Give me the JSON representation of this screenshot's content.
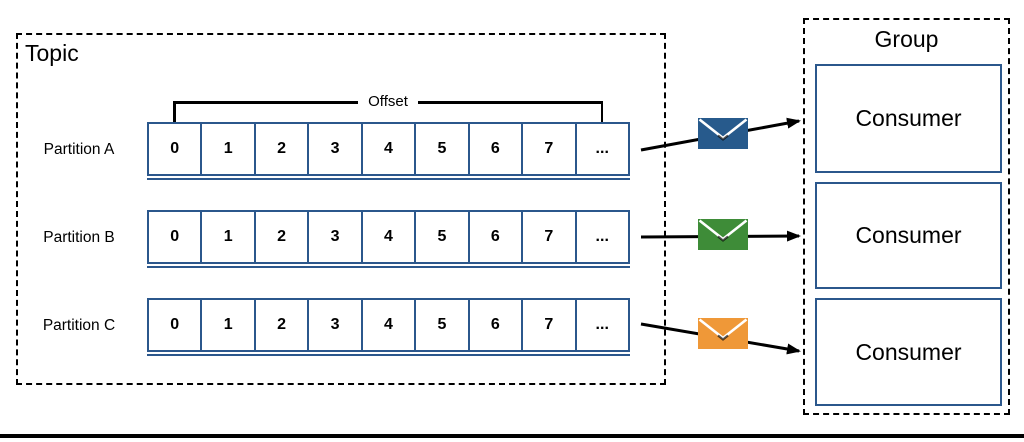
{
  "topic": {
    "label": "Topic",
    "offset_label": "Offset",
    "partitions": [
      {
        "label": "Partition A",
        "cells": [
          "0",
          "1",
          "2",
          "3",
          "4",
          "5",
          "6",
          "7",
          "..."
        ]
      },
      {
        "label": "Partition B",
        "cells": [
          "0",
          "1",
          "2",
          "3",
          "4",
          "5",
          "6",
          "7",
          "..."
        ]
      },
      {
        "label": "Partition C",
        "cells": [
          "0",
          "1",
          "2",
          "3",
          "4",
          "5",
          "6",
          "7",
          "..."
        ]
      }
    ]
  },
  "group": {
    "label": "Group",
    "consumers": [
      {
        "label": "Consumer"
      },
      {
        "label": "Consumer"
      },
      {
        "label": "Consumer"
      }
    ]
  },
  "messages": [
    {
      "name": "blue-message",
      "color": "#275a8c"
    },
    {
      "name": "green-message",
      "color": "#3e8c38"
    },
    {
      "name": "orange-message",
      "color": "#ef9838"
    }
  ],
  "colors": {
    "box_border": "#2b578c",
    "line": "#000000"
  }
}
